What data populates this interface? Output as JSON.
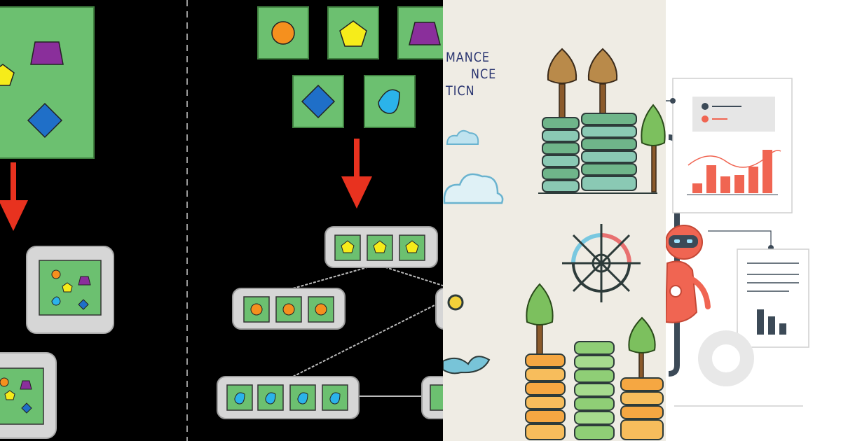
{
  "colors": {
    "green_tile": "#6cc070",
    "red_arrow": "#e8321f",
    "gray_container": "#d6d6d6",
    "circle_orange": "#f5901e",
    "pentagon_yellow": "#f6ec1a",
    "trapezoid_purple": "#8a2f9b",
    "diamond_blue": "#1f6fc8",
    "drop_cyan": "#2bb3ea",
    "paper_bg": "#efece4",
    "chart_bar_red": "#f06552"
  },
  "panel_c": {
    "caption_lines": [
      "MANCE",
      "NCE",
      "TICN"
    ]
  },
  "icons": {
    "arrow": "arrow-down-icon",
    "tree": "tree-icon",
    "wheel": "ship-wheel-icon",
    "robot": "robot-icon",
    "chart": "bar-chart-icon",
    "cloud": "cloud-icon"
  }
}
